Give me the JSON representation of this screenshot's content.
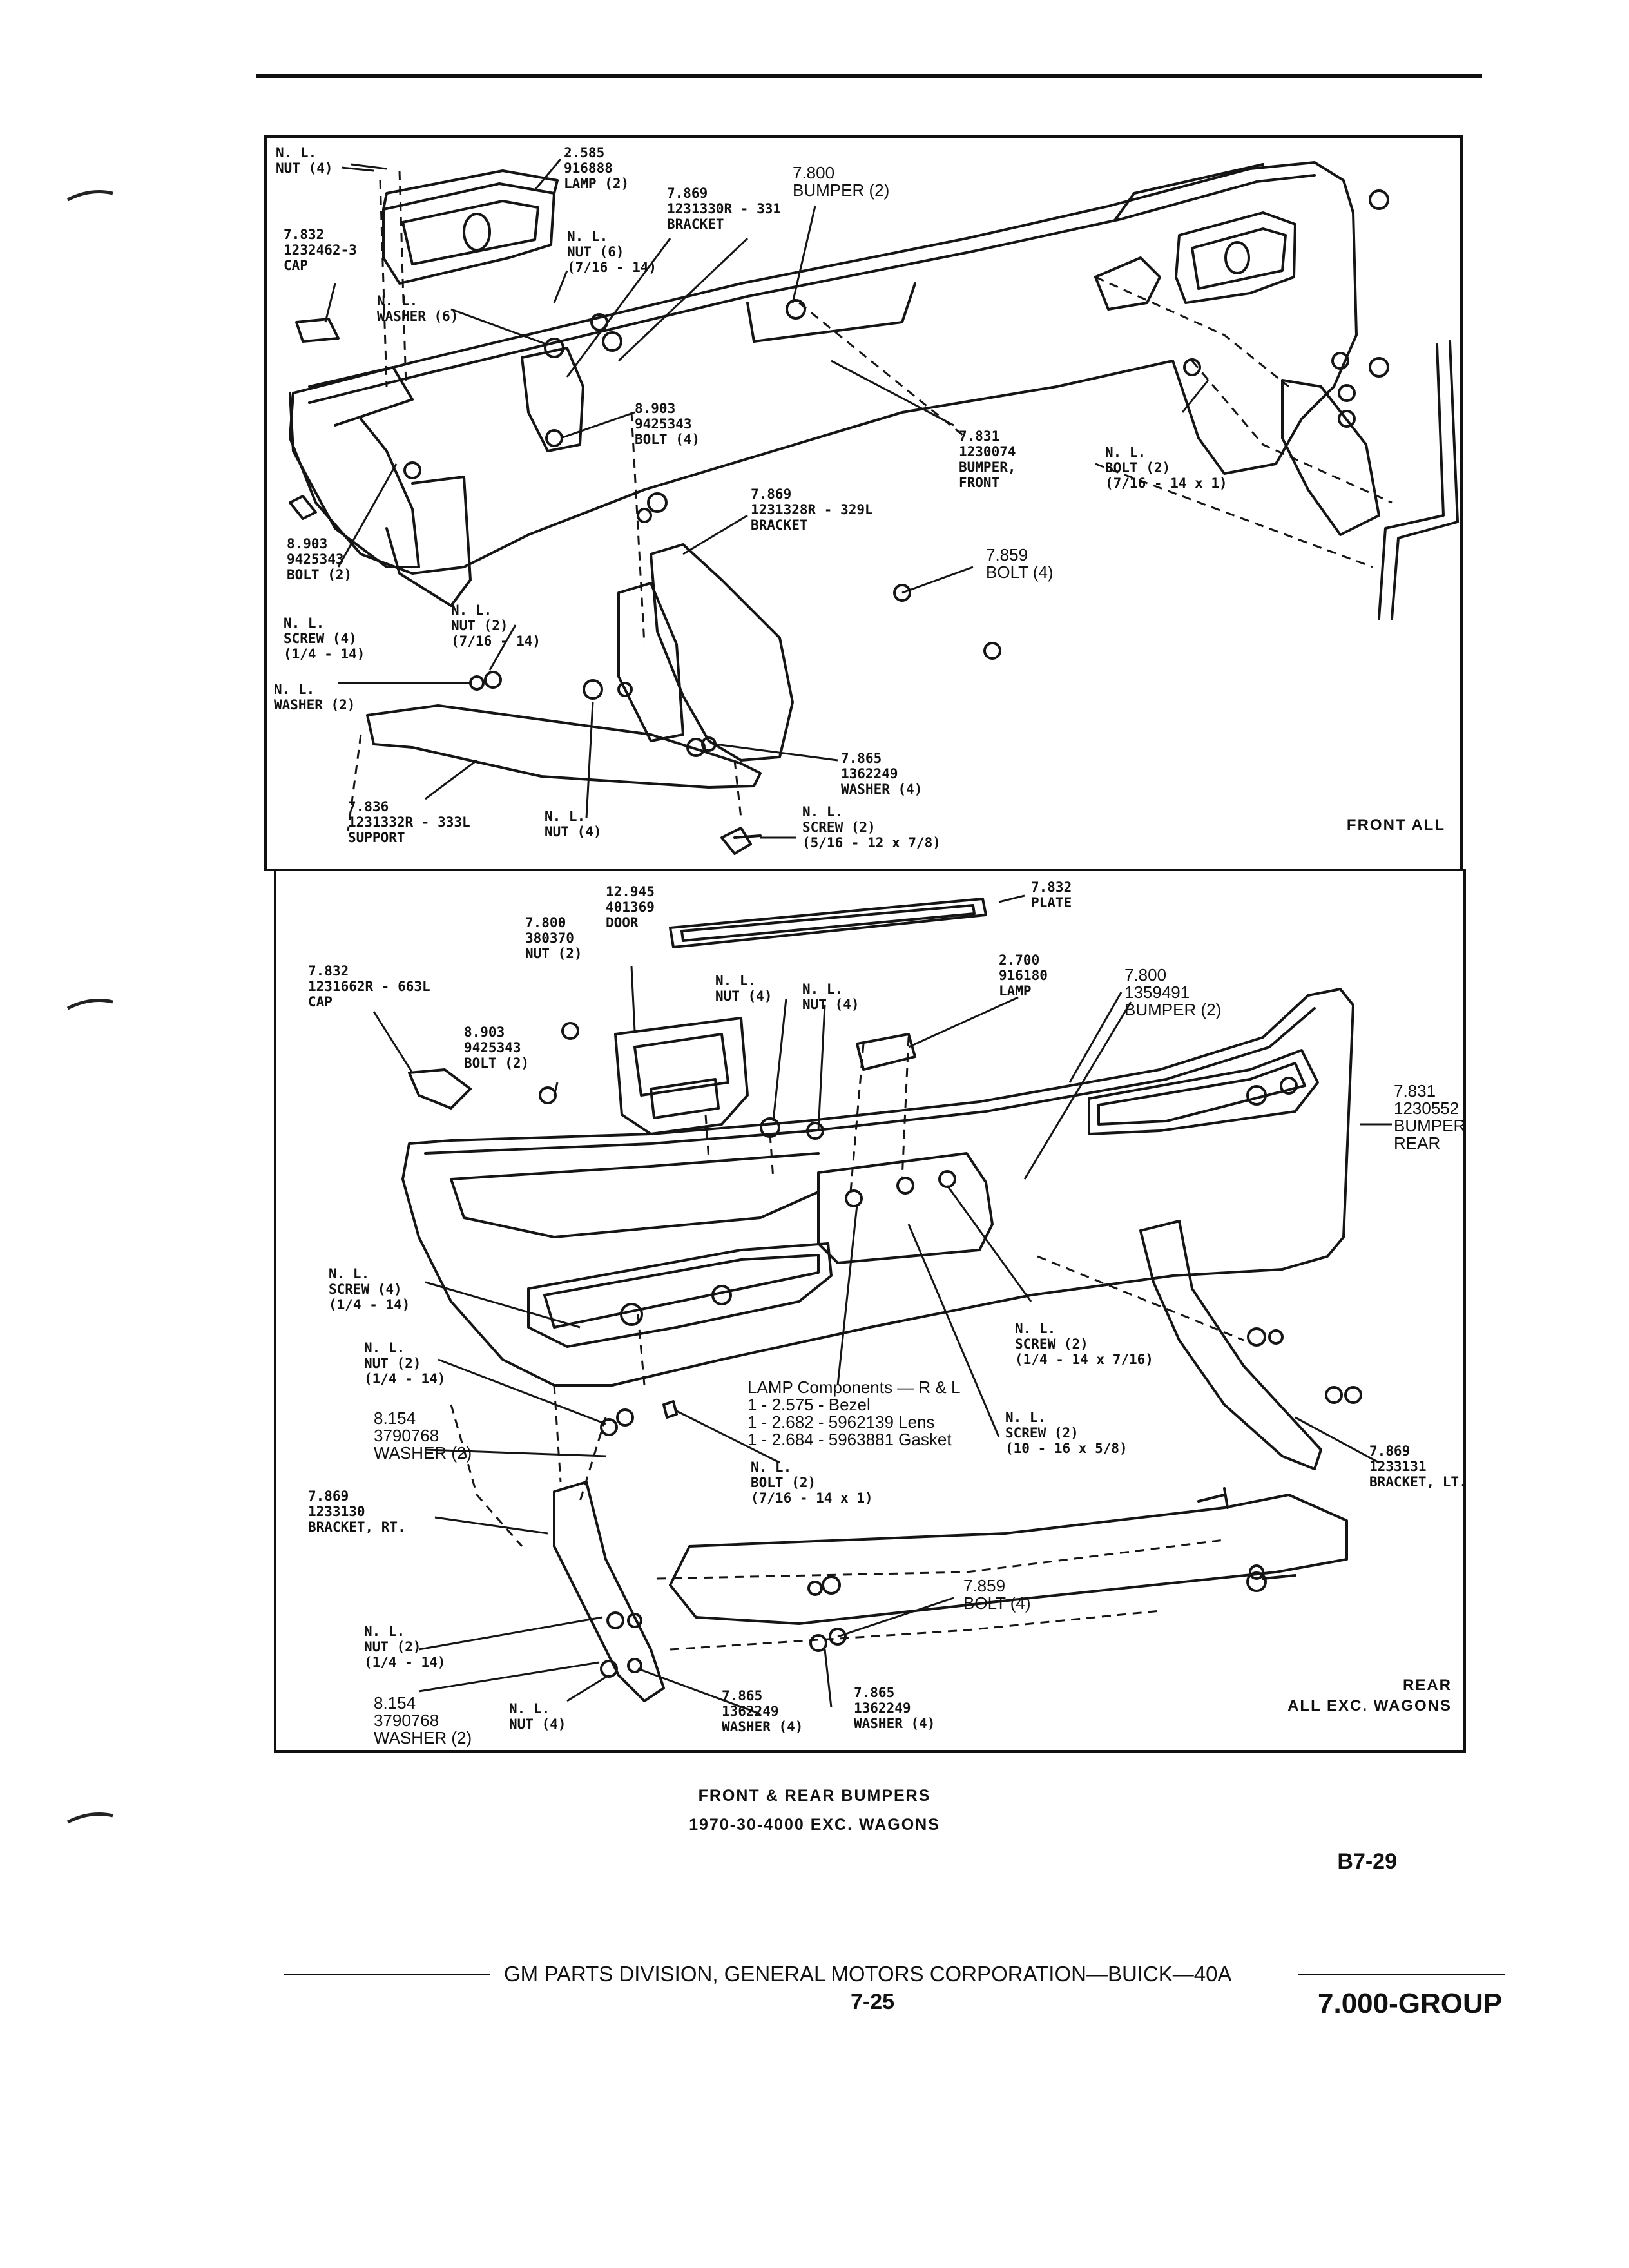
{
  "front_panel": {
    "tag": "FRONT ALL",
    "callouts": [
      {
        "id": "nut-4-top",
        "text": "N. L.\nNUT (4)"
      },
      {
        "id": "lamp",
        "text": "2.585\n916888\nLAMP (2)"
      },
      {
        "id": "bumper-2",
        "text": "7.800\nBUMPER (2)"
      },
      {
        "id": "bracket-331",
        "text": "7.869\n1231330R - 331\nBRACKET"
      },
      {
        "id": "cap",
        "text": "7.832\n1232462-3\nCAP"
      },
      {
        "id": "nut-6",
        "text": "N. L.\nNUT (6)\n(7/16 - 14)"
      },
      {
        "id": "washer-6",
        "text": "N. L.\nWASHER (6)"
      },
      {
        "id": "bolt-4-upper",
        "text": "8.903\n9425343\nBOLT (4)"
      },
      {
        "id": "bumper-front",
        "text": "7.831\n1230074\nBUMPER,\nFRONT"
      },
      {
        "id": "bolt-2-right",
        "text": "N. L.\nBOLT (2)\n(7/16 - 14 x 1)"
      },
      {
        "id": "bracket-329",
        "text": "7.869\n1231328R - 329L\nBRACKET"
      },
      {
        "id": "bolt-2-left",
        "text": "8.903\n9425343\nBOLT (2)"
      },
      {
        "id": "bolt-4-mid",
        "text": "7.859\nBOLT (4)"
      },
      {
        "id": "screw-4",
        "text": "N. L.\nSCREW (4)\n(1/4 - 14)"
      },
      {
        "id": "nut-2",
        "text": "N. L.\nNUT (2)\n(7/16 - 14)"
      },
      {
        "id": "washer-2",
        "text": "N. L.\nWASHER (2)"
      },
      {
        "id": "washer-4",
        "text": "7.865\n1362249\nWASHER (4)"
      },
      {
        "id": "support",
        "text": "7.836\n1231332R - 333L\nSUPPORT"
      },
      {
        "id": "nut-4-low",
        "text": "N. L.\nNUT (4)"
      },
      {
        "id": "screw-2",
        "text": "N. L.\nSCREW (2)\n(5/16 - 12 x 7/8)"
      }
    ]
  },
  "rear_panel": {
    "tag": "REAR\nALL EXC. WAGONS",
    "callouts": [
      {
        "id": "door",
        "text": "12.945\n401369\nDOOR"
      },
      {
        "id": "plate",
        "text": "7.832\nPLATE"
      },
      {
        "id": "nut-380370",
        "text": "7.800\n380370\nNUT (2)"
      },
      {
        "id": "cap-rear",
        "text": "7.832\n1231662R - 663L\nCAP"
      },
      {
        "id": "nut-4-a",
        "text": "N. L.\nNUT (4)"
      },
      {
        "id": "nut-4-b",
        "text": "N. L.\nNUT (4)"
      },
      {
        "id": "lamp-rear",
        "text": "2.700\n916180\nLAMP"
      },
      {
        "id": "bumper-1359491",
        "text": "7.800\n1359491\nBUMPER (2)"
      },
      {
        "id": "bolt-2",
        "text": "8.903\n9425343\nBOLT (2)"
      },
      {
        "id": "bumper-rear",
        "text": "7.831\n1230552\nBUMPER\nREAR"
      },
      {
        "id": "screw-4",
        "text": "N. L.\nSCREW (4)\n(1/4 - 14)"
      },
      {
        "id": "nut-2-upper",
        "text": "N. L.\nNUT (2)\n(1/4 - 14)"
      },
      {
        "id": "screw-2-716",
        "text": "N. L.\nSCREW (2)\n(1/4 - 14 x 7/16)"
      },
      {
        "id": "lamp-components",
        "text": "LAMP Components — R & L\n1 - 2.575 - Bezel\n1 - 2.682 - 5962139 Lens\n1 - 2.684 - 5963881 Gasket"
      },
      {
        "id": "washer-upper",
        "text": "8.154\n3790768\nWASHER (2)"
      },
      {
        "id": "screw-2-10",
        "text": "N. L.\nSCREW (2)\n(10 - 16 x 5/8)"
      },
      {
        "id": "bracket-lt",
        "text": "7.869\n1233131\nBRACKET, LT."
      },
      {
        "id": "bolt-2-lower",
        "text": "N. L.\nBOLT (2)\n(7/16 - 14 x 1)"
      },
      {
        "id": "bracket-rt",
        "text": "7.869\n1233130\nBRACKET, RT."
      },
      {
        "id": "bolt-4",
        "text": "7.859\nBOLT (4)"
      },
      {
        "id": "nut-2-lower",
        "text": "N. L.\nNUT (2)\n(1/4 - 14)"
      },
      {
        "id": "washer-lower",
        "text": "8.154\n3790768\nWASHER (2)"
      },
      {
        "id": "nut-4-c",
        "text": "N. L.\nNUT (4)"
      },
      {
        "id": "washer-4-a",
        "text": "7.865\n1362249\nWASHER (4)"
      },
      {
        "id": "washer-4-b",
        "text": "7.865\n1362249\nWASHER (4)"
      }
    ]
  },
  "caption": {
    "line1": "FRONT & REAR BUMPERS",
    "line2": "1970-30-4000 EXC. WAGONS"
  },
  "page_code": "B7-29",
  "footer": {
    "division": "GM PARTS DIVISION, GENERAL MOTORS CORPORATION—BUICK—40A",
    "page_number": "7-25",
    "group": "7.000-GROUP"
  }
}
